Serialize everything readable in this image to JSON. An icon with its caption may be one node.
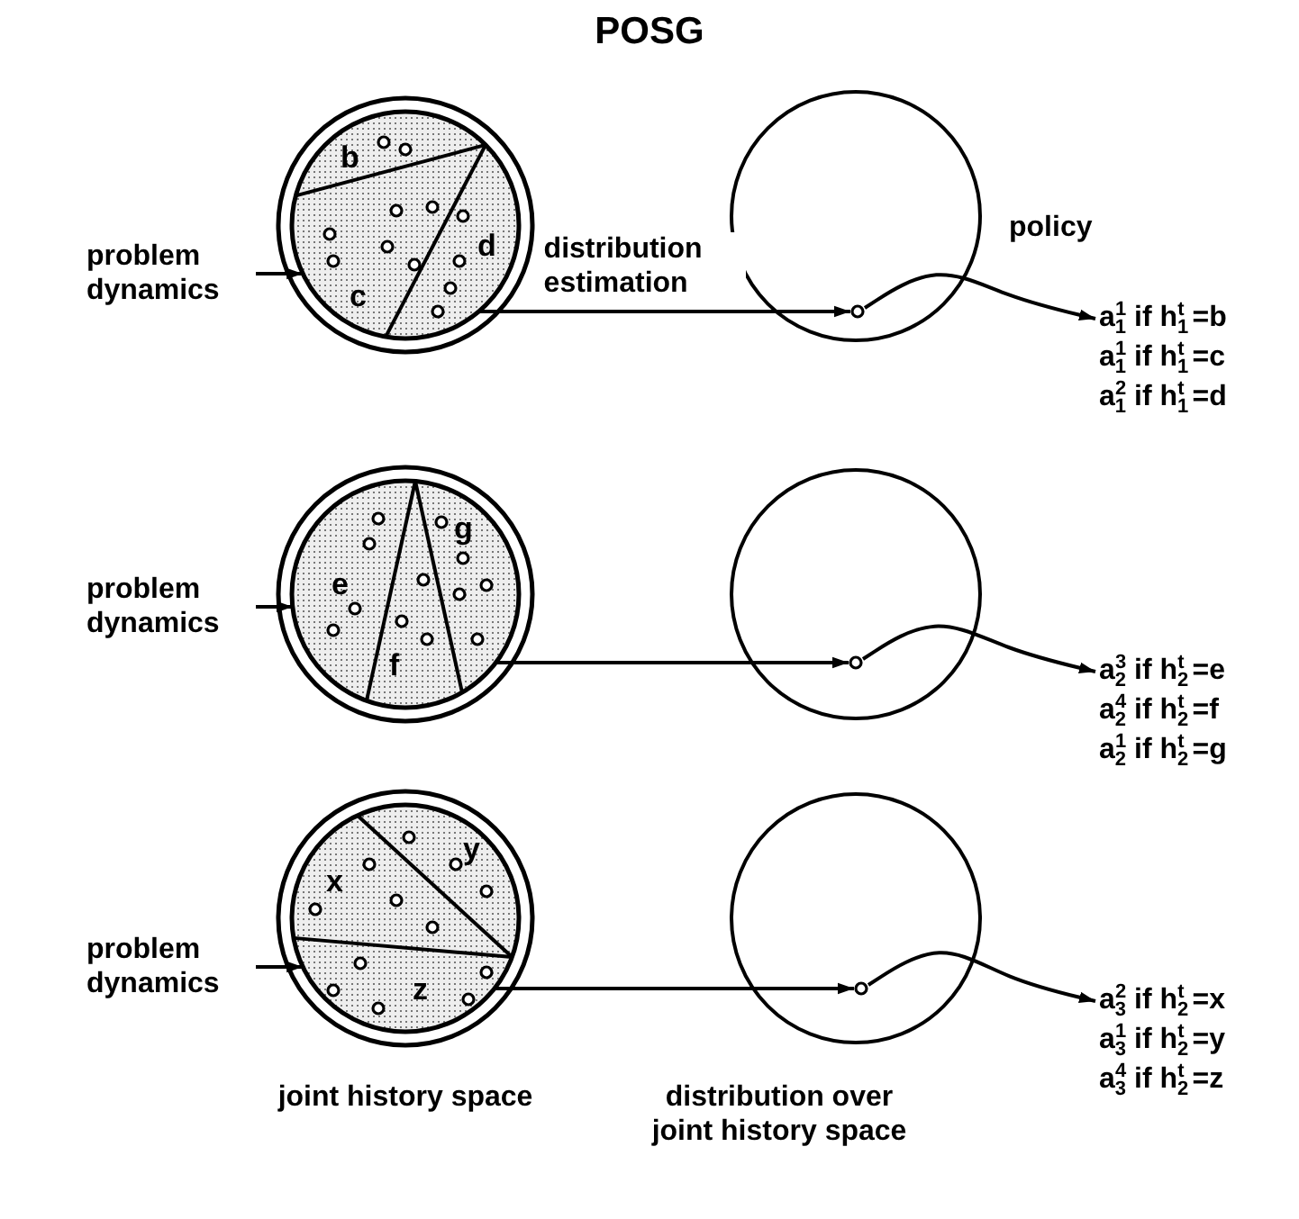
{
  "diagram": {
    "title": "POSG",
    "nodes": [
      {
        "text": [
          "problem dynamics"
        ]
      },
      {
        "text": [],
        "shape": "circle"
      },
      {
        "text": [],
        "shape": "circle"
      },
      {
        "text": [],
        "shape": "circle",
        "in": 2
      },
      {
        "text": [
          "a$_{1}$$^{1}$ if h$_{1}$$^{t}$ =b",
          "a$_{1}$$^{1}$ if h$_{1}$$^{t}$ =c",
          "a$_{1}$$^{2}$ if h$_{1}$$^{t}$ =d"
        ]
      },
      {
        "text": [
          "problem dynamics"
        ]
      },
      {
        "text": [],
        "shape": "circle"
      },
      {
        "text": [],
        "shape": "circle"
      },
      {
        "text": [],
        "shape": "circle",
        "in": 7
      },
      {
        "text": [
          "a$_{2}$$^{3}$ if h$_{2}$$^{t}$ =e",
          "a$_{2}$$^{4}$ if h$_{2}$$^{t}$ =f",
          "a$_{2}$$^{1}$ if h$_{2}$$^{t}$ =g"
        ]
      },
      {
        "text": [
          "problem dynamics"
        ]
      },
      {
        "text": [],
        "shape": "circle"
      },
      {
        "text": [],
        "shape": "circle"
      },
      {
        "text": [],
        "shape": "circle",
        "in": 12
      },
      {
        "text": [
          "a$_{3}$$^{2}$ if h$_{2}$$^{t}$ =x",
          "a$_{3}$$^{1}$ if h$_{2}$$^{t}$ =y",
          "a$_{3}$$^{4}$ if h$_{2}$$^{t}$ =z"
        ]
      }
    ],
    "edges": [
      {
        "from": 0,
        "to": 1,
        "arrow": "to"
      },
      {
        "from": 1,
        "to": 3,
        "arrow": "to",
        "label": "distribution estimation"
      },
      {
        "from": 3,
        "to": 4,
        "arrow": "to",
        "label": "policy"
      },
      {
        "from": 5,
        "to": 6,
        "arrow": "to"
      },
      {
        "from": 6,
        "to": 8,
        "arrow": "to"
      },
      {
        "from": 8,
        "to": 9,
        "arrow": "to"
      },
      {
        "from": 10,
        "to": 11,
        "arrow": "to"
      },
      {
        "from": 11,
        "to": 13,
        "arrow": "to"
      },
      {
        "from": 13,
        "to": 14,
        "arrow": "to"
      }
    ],
    "labels": [
      "b",
      "c",
      "d",
      "e",
      "f",
      "g",
      "x",
      "y",
      "z",
      "joint history space",
      "distribution over joint history space"
    ]
  }
}
